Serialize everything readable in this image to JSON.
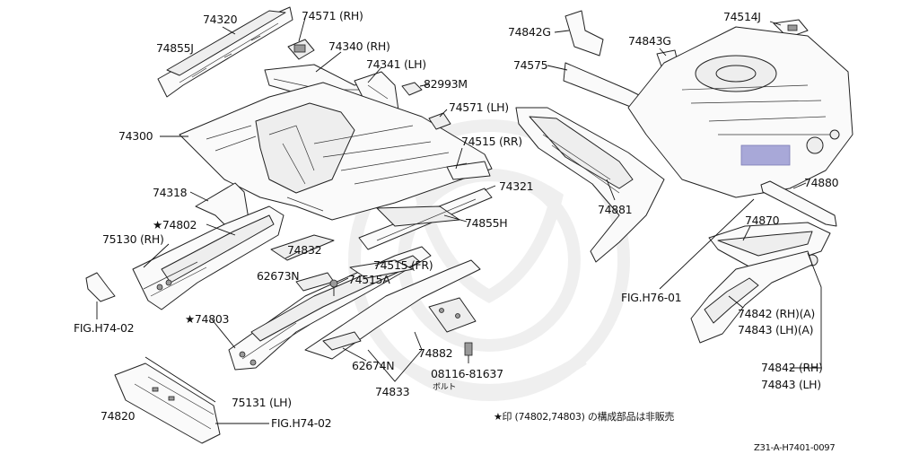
{
  "diagram": {
    "labels": {
      "p74320": "74320",
      "p74571rh": "74571 (RH)",
      "p74855j": "74855J",
      "p74340rh": "74340 (RH)",
      "p74341lh": "74341 (LH)",
      "p82993m": "82993M",
      "p74300": "74300",
      "p74571lh": "74571 (LH)",
      "p74515rr": "74515 (RR)",
      "p74321": "74321",
      "p74318": "74318",
      "p74802": "★74802",
      "p75130rh": "75130 (RH)",
      "p74855h": "74855H",
      "p74832": "74832",
      "p62673n": "62673N",
      "p74515fr": "74515 (FR)",
      "p74515a": "74515A",
      "figh7402a": "FIG.H74-02",
      "p74803": "★74803",
      "p74882": "74882",
      "p62674n": "62674N",
      "p0811681637": "08116-81637",
      "bolt": "ボルト",
      "p74833": "74833",
      "p75131lh": "75131 (LH)",
      "p74820": "74820",
      "figh7402b": "FIG.H74-02",
      "p74842g": "74842G",
      "p74843g": "74843G",
      "p74514j": "74514J",
      "p74575": "74575",
      "p74880": "74880",
      "p74881": "74881",
      "p74870": "74870",
      "figh7601": "FIG.H76-01",
      "p74842rha": "74842 (RH)(A)",
      "p74843lha": "74843 (LH)(A)",
      "p74842rh": "74842 (RH)",
      "p74843lh": "74843 (LH)"
    },
    "note": "★印 (74802,74803) の構成部品は非販売",
    "code": "Z31-A-H7401-0097",
    "highlight_color": "#a8a8d8"
  }
}
